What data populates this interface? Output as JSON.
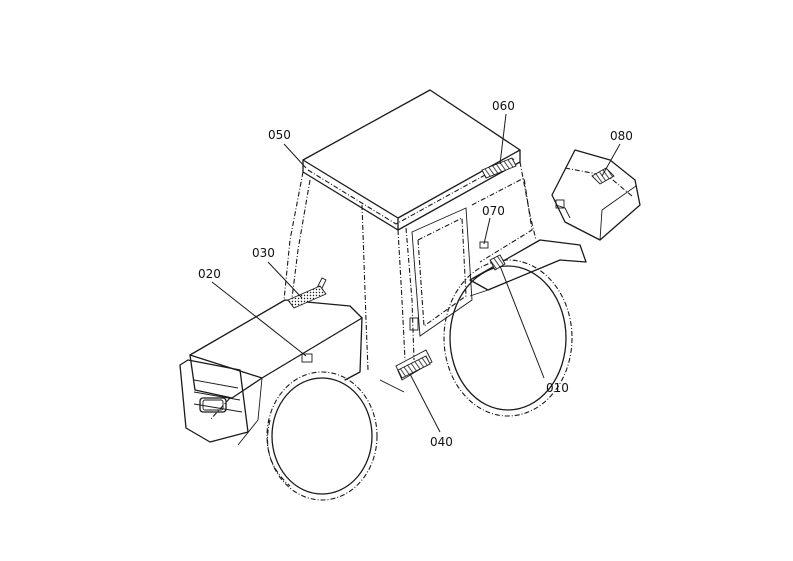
{
  "callouts": [
    {
      "id": "010",
      "text": "010"
    },
    {
      "id": "020",
      "text": "020"
    },
    {
      "id": "030",
      "text": "030"
    },
    {
      "id": "040",
      "text": "040"
    },
    {
      "id": "050",
      "text": "050"
    },
    {
      "id": "060",
      "text": "060"
    },
    {
      "id": "070",
      "text": "070"
    },
    {
      "id": "080",
      "text": "080"
    }
  ],
  "colors": {
    "line": "#1a1a1a",
    "background": "#ffffff"
  }
}
